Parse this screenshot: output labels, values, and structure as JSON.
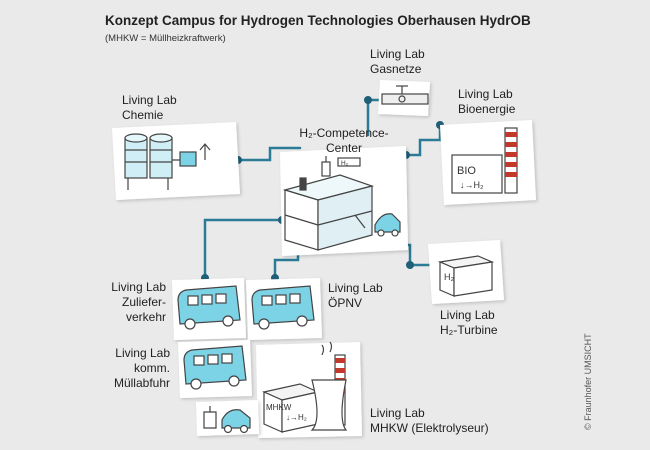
{
  "header": {
    "title": "Konzept Campus for Hydrogen Technologies Oberhausen HydrOB",
    "subtitle": "(MHKW = Müllheizkraftwerk)"
  },
  "labels": {
    "chemie": [
      "Living Lab",
      "Chemie"
    ],
    "gasnetze": [
      "Living Lab",
      "Gasnetze"
    ],
    "bioenergie": [
      "Living Lab",
      "Bioenergie"
    ],
    "center": [
      "H₂-Competence-",
      "Center"
    ],
    "zuliefer": [
      "Living Lab",
      "Zuliefer-",
      "verkehr"
    ],
    "oepnv": [
      "Living Lab",
      "ÖPNV"
    ],
    "turbine": [
      "Living Lab",
      "H₂-Turbine"
    ],
    "muell": [
      "Living Lab",
      "komm.",
      "Müllabfuhr"
    ],
    "mhkw": [
      "Living Lab",
      "MHKW (Elektrolyseur)"
    ]
  },
  "sketch_text": {
    "bio": "BIO",
    "bio_h2": "↓→H₂",
    "mhkw": "MHKW",
    "mhkw_h2": "↓→H₂",
    "turbine_h": "H₂",
    "center_sign": "H₂"
  },
  "copyright": "© Fraunhofer UMSICHT",
  "colors": {
    "line": "#2b7a96",
    "dot": "#1f5f78",
    "card": "#ffffff",
    "sketch": "#444444",
    "cyan": "#7dd3e6",
    "chimney_red": "#c0392b"
  }
}
